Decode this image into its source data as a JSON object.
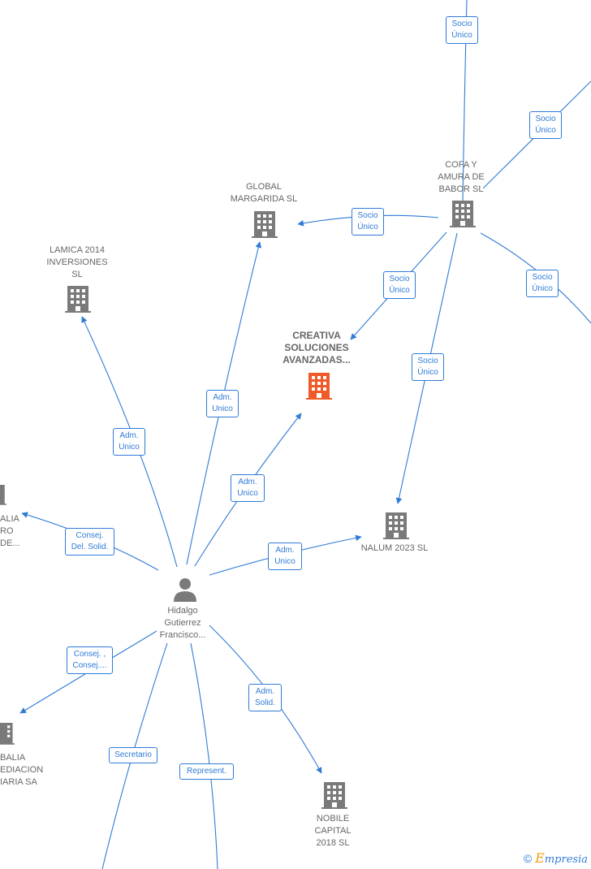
{
  "colors": {
    "edge": "#2f7bd6",
    "building": "#7a7a7a",
    "building_main": "#f05a28",
    "person": "#7a7a7a"
  },
  "nodes": {
    "cofa": "COFA Y\nAMURA DE\nBABOR  SL",
    "global": "GLOBAL\nMARGARIDA  SL",
    "lamica": "LAMICA 2014\nINVERSIONES\nSL",
    "creativa": "CREATIVA\nSOLUCIONES\nAVANZADAS...",
    "nalum": "NALUM 2023  SL",
    "person": "Hidalgo\nGutierrez\nFrancisco...",
    "left1": "ALIA\nRO\n DE...",
    "left2": "BALIA\nEDIACION\nIARIA SA",
    "nobile": "NOBILE\nCAPITAL\n2018  SL"
  },
  "edge_labels": {
    "socio_top": "Socio\nÚnico",
    "socio_right1": "Socio\nÚnico",
    "socio_global": "Socio\nÚnico",
    "socio_creativa": "Socio\nÚnico",
    "socio_right2": "Socio\nÚnico",
    "socio_nalum": "Socio\nÚnico",
    "adm_global": "Adm.\nUnico",
    "adm_lamica": "Adm.\nUnico",
    "adm_creativa": "Adm.\nUnico",
    "consej_left": "Consej.\nDel. Solid.",
    "adm_nalum": "Adm.\nUnico",
    "consej_left2": "Consej. ,\nConsej....",
    "adm_nobile": "Adm.\nSolid.",
    "secretario": "Secretario",
    "represent": "Represent."
  },
  "brand": {
    "copyright": "©",
    "initial": "E",
    "rest": "mpresia"
  }
}
